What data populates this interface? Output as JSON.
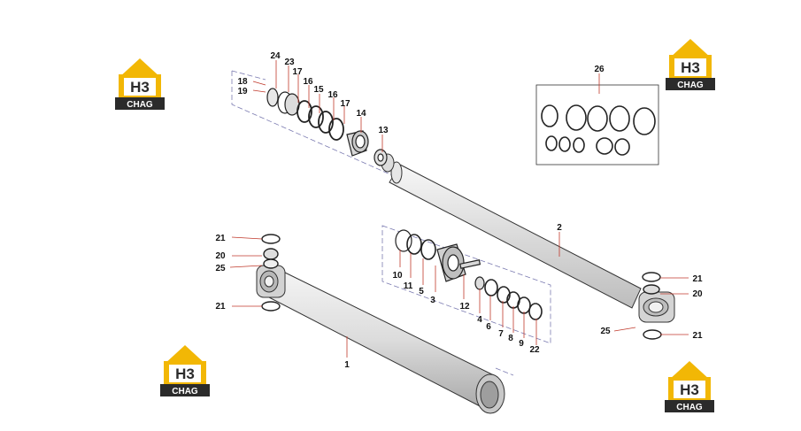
{
  "brand": {
    "mark": "H3",
    "name": "CHAG",
    "colors": {
      "gold": "#f2b705",
      "dark": "#2b2b2b",
      "line": "#c0392b"
    }
  },
  "callouts": {
    "c1": "1",
    "c2": "2",
    "c3": "3",
    "c4": "4",
    "c5": "5",
    "c6": "6",
    "c7": "7",
    "c8": "8",
    "c9": "9",
    "c10": "10",
    "c11": "11",
    "c12": "12",
    "c13": "13",
    "c14": "14",
    "c15": "15",
    "c16a": "16",
    "c16b": "16",
    "c17a": "17",
    "c17b": "17",
    "c18": "18",
    "c19": "19",
    "c20a": "20",
    "c20b": "20",
    "c21a": "21",
    "c21b": "21",
    "c21c": "21",
    "c21d": "21",
    "c22": "22",
    "c23": "23",
    "c24": "24",
    "c25a": "25",
    "c25b": "25",
    "c26": "26"
  }
}
